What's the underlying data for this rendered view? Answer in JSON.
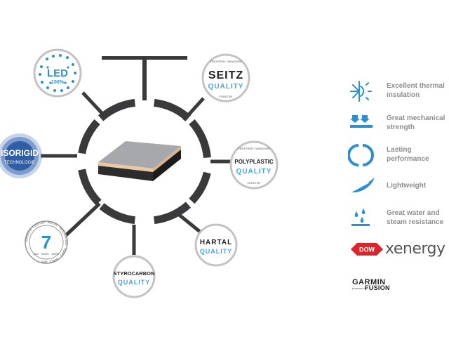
{
  "colors": {
    "blue": "#2d8fd0",
    "ring": "#3a3a3c",
    "gray_text": "#8a8d91",
    "badge_blue": "#4aa3df",
    "dark": "#222222",
    "dow_red": "#d9252b"
  },
  "badges": {
    "led": {
      "name": "LED",
      "sub": "100%"
    },
    "seitz": {
      "top": "FENSTRER / WINDOWS",
      "name": "SEITZ",
      "quality": "QUALITY",
      "bottom": "FENSTER"
    },
    "isorigid": {
      "name": "ISORIGID",
      "sub": "TECHNOLOGIE"
    },
    "polyplastic": {
      "top": "FENSTRER / WINDOWS",
      "name": "POLYPLASTIC",
      "quality": "QUALITY",
      "bottom": "FENSTER"
    },
    "seven": {
      "number": "7",
      "ring_text": "GARANTIE FENSTER · WATER · INFILTRATION · YEARS · JAHRE · ANS",
      "small": "ANS · YEARS · JAHRE"
    },
    "hartal": {
      "name": "HARTAL",
      "quality": "QUALITY"
    },
    "styrocarbon": {
      "name": "STYROCARBON",
      "quality": "QUALITY"
    }
  },
  "features": [
    {
      "icon": "thermal-snowflake-sun-icon",
      "label_line1": "Excellent thermal",
      "label_line2": "insulation"
    },
    {
      "icon": "mechanical-strength-icon",
      "label_line1": "Great mechanical",
      "label_line2": "strength"
    },
    {
      "icon": "lasting-performance-icon",
      "label_line1": "Lasting",
      "label_line2": "performance"
    },
    {
      "icon": "feather-icon",
      "label_line1": "Lightweight",
      "label_line2": ""
    },
    {
      "icon": "water-drops-icon",
      "label_line1": "Great water and",
      "label_line2": "steam resistance"
    }
  ],
  "brands": {
    "dow": "DOW",
    "xenergy": "xenergy",
    "garmin": "GARMIN",
    "powered_by": "powered by",
    "fusion": "FUSION"
  }
}
